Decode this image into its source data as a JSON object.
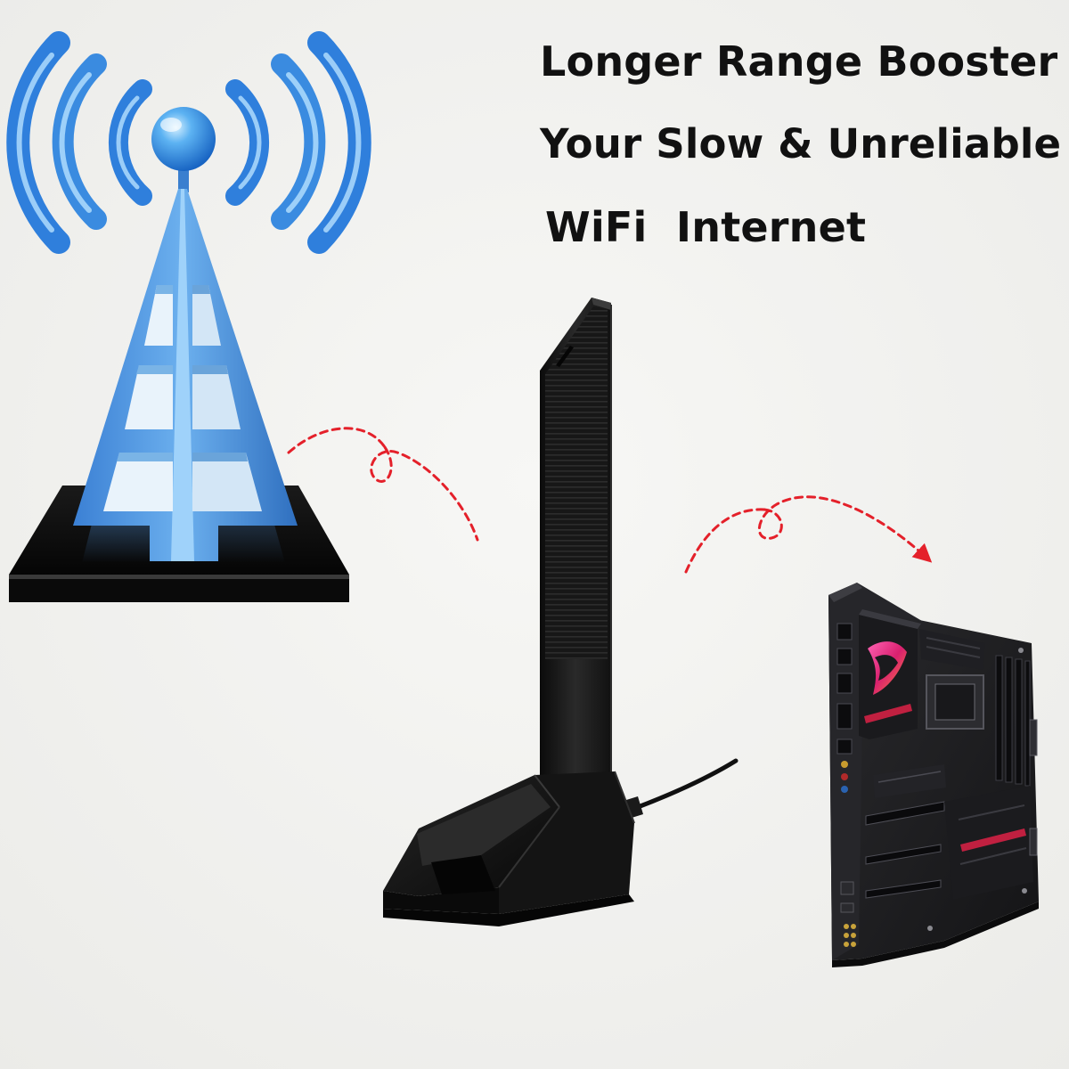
{
  "headline": {
    "line1": "Longer Range Booster",
    "line2": "Your Slow & Unreliable",
    "line3": "WiFi  Internet"
  },
  "colors": {
    "background": "#f2f2f0",
    "tower_blue": "#3f86d6",
    "tower_light": "#9cccf6",
    "signal_blue": "#2f7fdc",
    "arrow_red": "#e4202a",
    "antenna_black": "#161616",
    "pad_black": "#0c0c0c",
    "board_black": "#1c1c1e",
    "accent_pink": "#e0307a"
  },
  "icons": {
    "tower": "wifi-tower-icon",
    "signal": "signal-waves-icon",
    "antenna": "wifi-antenna-icon",
    "motherboard": "motherboard-icon",
    "arrow": "dashed-arrow-icon"
  }
}
